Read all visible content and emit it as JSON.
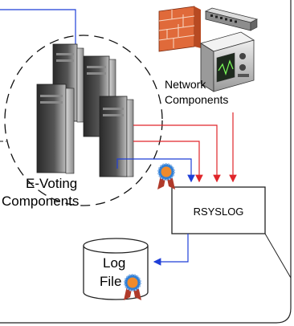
{
  "labels": {
    "network_line1": "Network",
    "network_line2": "Components",
    "evoting_line1": "E-Voting",
    "evoting_line2": "Components",
    "rsyslog": "RSYSLOG",
    "log_line1": "Log",
    "log_line2": "File"
  },
  "colors": {
    "blue_link": "#1f3fd8",
    "red_link": "#e0262a",
    "outline": "#222222",
    "dashed_circle": "#111111",
    "firewall_brick": "#e06a3a",
    "server_dark": "#3b3b3b",
    "server_light": "#c9c9c9",
    "badge_orange": "#f08a2b",
    "badge_blue": "#2f7fd6"
  },
  "icons": {
    "firewall": "firewall-icon",
    "switch": "network-switch-icon",
    "monitor_device": "monitor-device-icon",
    "server_rack": "server-rack-icon",
    "certificate_badge": "certificate-badge-icon",
    "database": "database-cylinder-icon"
  }
}
